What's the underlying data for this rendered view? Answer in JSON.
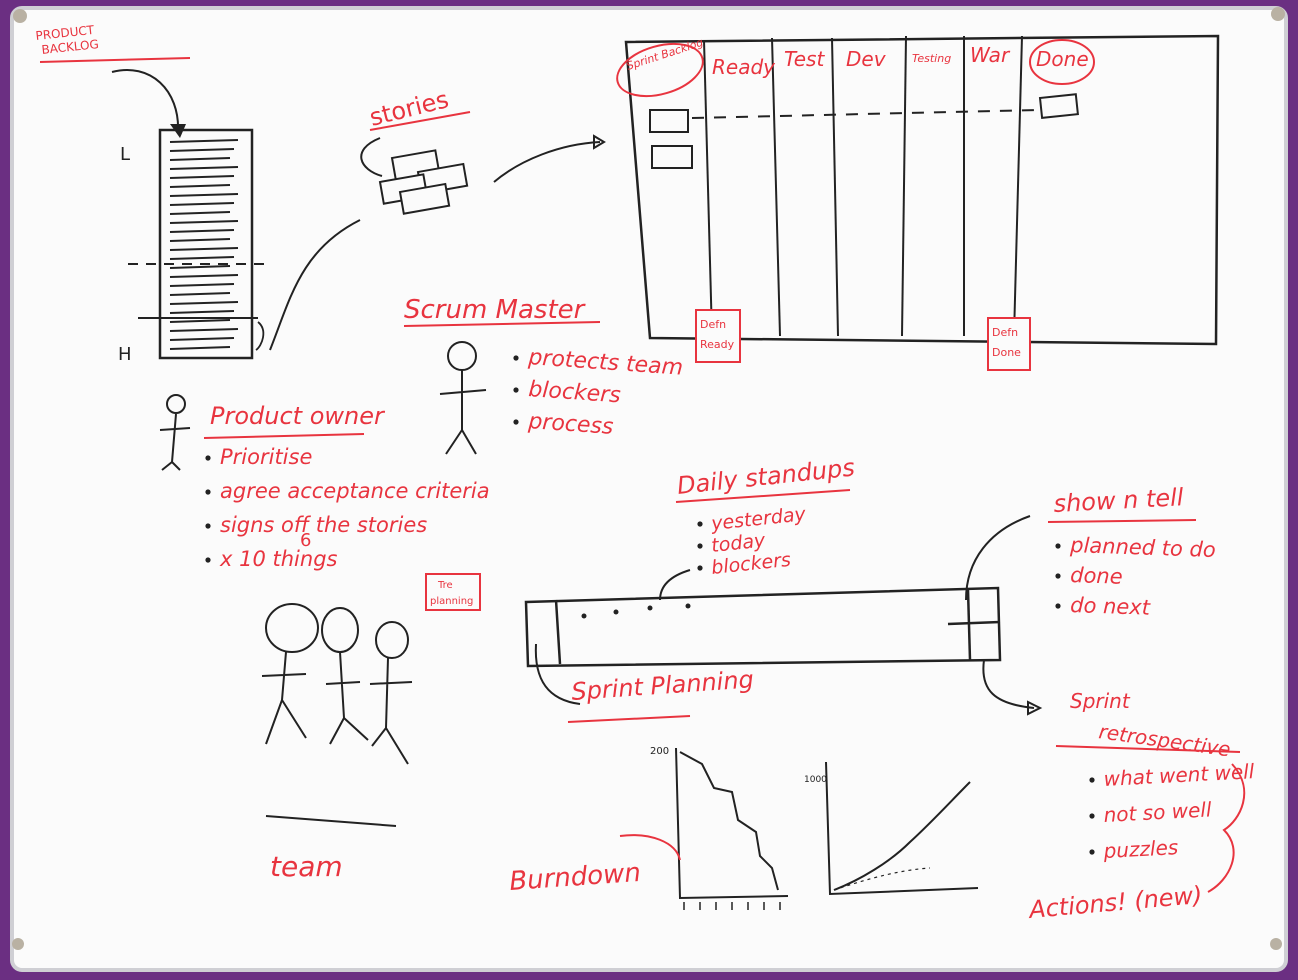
{
  "colors": {
    "marker_red": "#e8343f",
    "marker_black": "#222222",
    "board_frame": "#6b2f82",
    "board_white": "#fbfbfb"
  },
  "backlog": {
    "title_line1": "PRODUCT",
    "title_line2": "BACKLOG",
    "low_label": "L",
    "high_label": "H"
  },
  "stories_label": "stories",
  "board_columns": [
    "Sprint Backlog",
    "Ready",
    "Test",
    "Dev",
    "Testing",
    "War",
    "Done"
  ],
  "board_notes": {
    "defn_ready_1": "Defn",
    "defn_ready_2": "Ready",
    "defn_done_1": "Defn",
    "defn_done_2": "Done"
  },
  "scrum_master": {
    "title": "Scrum Master",
    "items": [
      "protects team",
      "blockers",
      "process"
    ]
  },
  "product_owner": {
    "title": "Product owner",
    "items": [
      "Prioritise",
      "agree acceptance criteria",
      "signs off the stories",
      "x 10 things"
    ],
    "superscript": "6",
    "note_1": "Tre",
    "note_2": "planning"
  },
  "daily_standups": {
    "title": "Daily standups",
    "items": [
      "yesterday",
      "today",
      "blockers"
    ]
  },
  "show_tell": {
    "title": "show n tell",
    "items": [
      "planned to do",
      "done",
      "do next"
    ]
  },
  "sprint_planning": "Sprint Planning",
  "retro": {
    "title_1": "Sprint",
    "title_2": "retrospective",
    "items": [
      "what went well",
      "not so well",
      "puzzles"
    ],
    "actions": "Actions! (new)"
  },
  "team_label": "team",
  "burndown": {
    "label": "Burndown",
    "y_top": "200",
    "y_top_2": "1000"
  }
}
